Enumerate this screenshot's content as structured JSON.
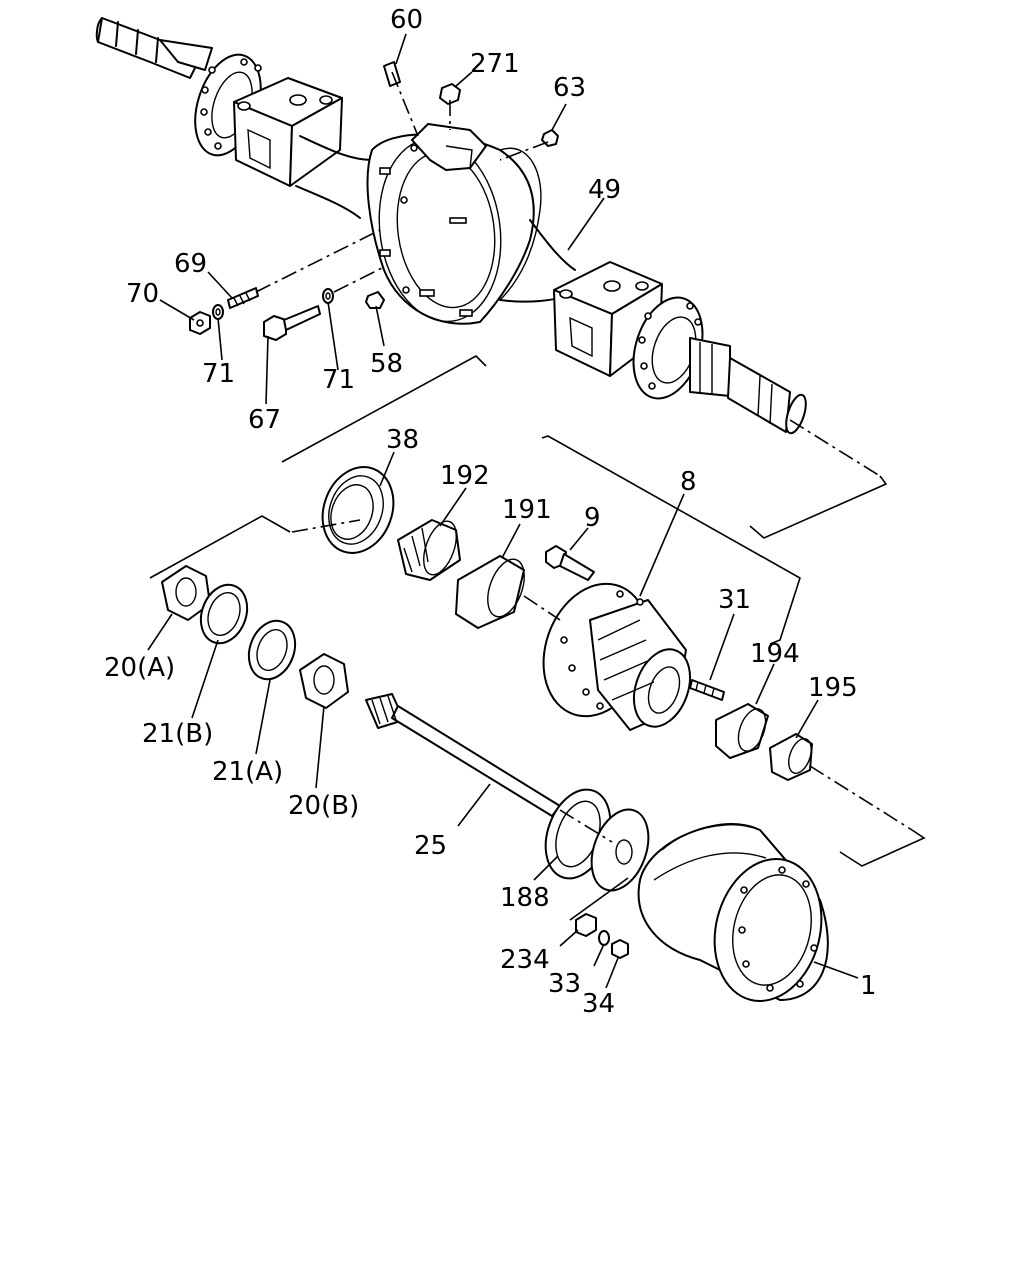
{
  "labels": {
    "p60": "60",
    "p271": "271",
    "p63": "63",
    "p49": "49",
    "p69": "69",
    "p70": "70",
    "p71a": "71",
    "p71b": "71",
    "p58": "58",
    "p67": "67",
    "p38": "38",
    "p192": "192",
    "p191": "191",
    "p9": "9",
    "p8": "8",
    "p31": "31",
    "p194": "194",
    "p195": "195",
    "p20a": "20(A)",
    "p21b": "21(B)",
    "p21a": "21(A)",
    "p20b": "20(B)",
    "p25": "25",
    "p188": "188",
    "p234": "234",
    "p33": "33",
    "p34": "34",
    "p1": "1"
  }
}
